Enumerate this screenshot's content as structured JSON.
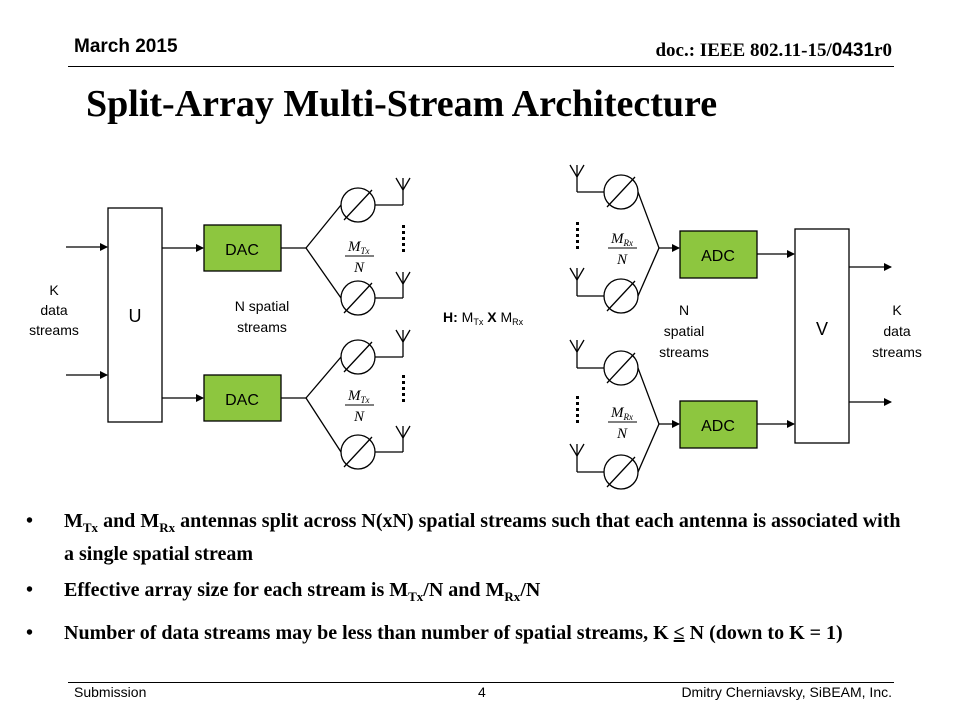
{
  "header": {
    "date": "March 2015",
    "doc_prefix": "doc.: IEEE 802.11-15/",
    "doc_rev": "0431",
    "doc_suffix": "r0"
  },
  "title": "Split-Array Multi-Stream Architecture",
  "diagram": {
    "tx_input_label": [
      "K",
      "data",
      "streams"
    ],
    "precoder_label": "U",
    "dac_label": "DAC",
    "tx_spatial_label": [
      "N spatial",
      "streams"
    ],
    "channel_label": {
      "prefix": "H: ",
      "m1": "M",
      "m1_sub": "Tx",
      "x": " X ",
      "m2": "M",
      "m2_sub": "Rx"
    },
    "tx_fraction": {
      "m": "M",
      "sub": "Tx",
      "den": "N"
    },
    "rx_fraction": {
      "m": "M",
      "sub": "Rx",
      "den": "N"
    },
    "adc_label": "ADC",
    "rx_spatial_label": [
      "N",
      "spatial",
      "streams"
    ],
    "combiner_label": "V",
    "rx_output_label": [
      "K",
      "data",
      "streams"
    ],
    "colors": {
      "converter_fill": "#8DC63F",
      "line": "#000000"
    }
  },
  "bullets": [
    {
      "m1": "M",
      "s1": "Tx",
      "and": " and ",
      "m2": "M",
      "s2": "Rx",
      "rest": " antennas split across N(xN) spatial streams such that each antenna is associated with a single spatial stream"
    },
    {
      "pre": "Effective array size for each stream is M",
      "s1": "Tx",
      "mid": "/N and M",
      "s2": "Rx",
      "post": "/N"
    },
    {
      "pre": "Number of data streams may be less than number of spatial streams, K ",
      "le": "≤",
      "post": " N (down to K = 1)"
    }
  ],
  "footer": {
    "left": "Submission",
    "page": "4",
    "right": "Dmitry Cherniavsky, SiBEAM, Inc."
  }
}
